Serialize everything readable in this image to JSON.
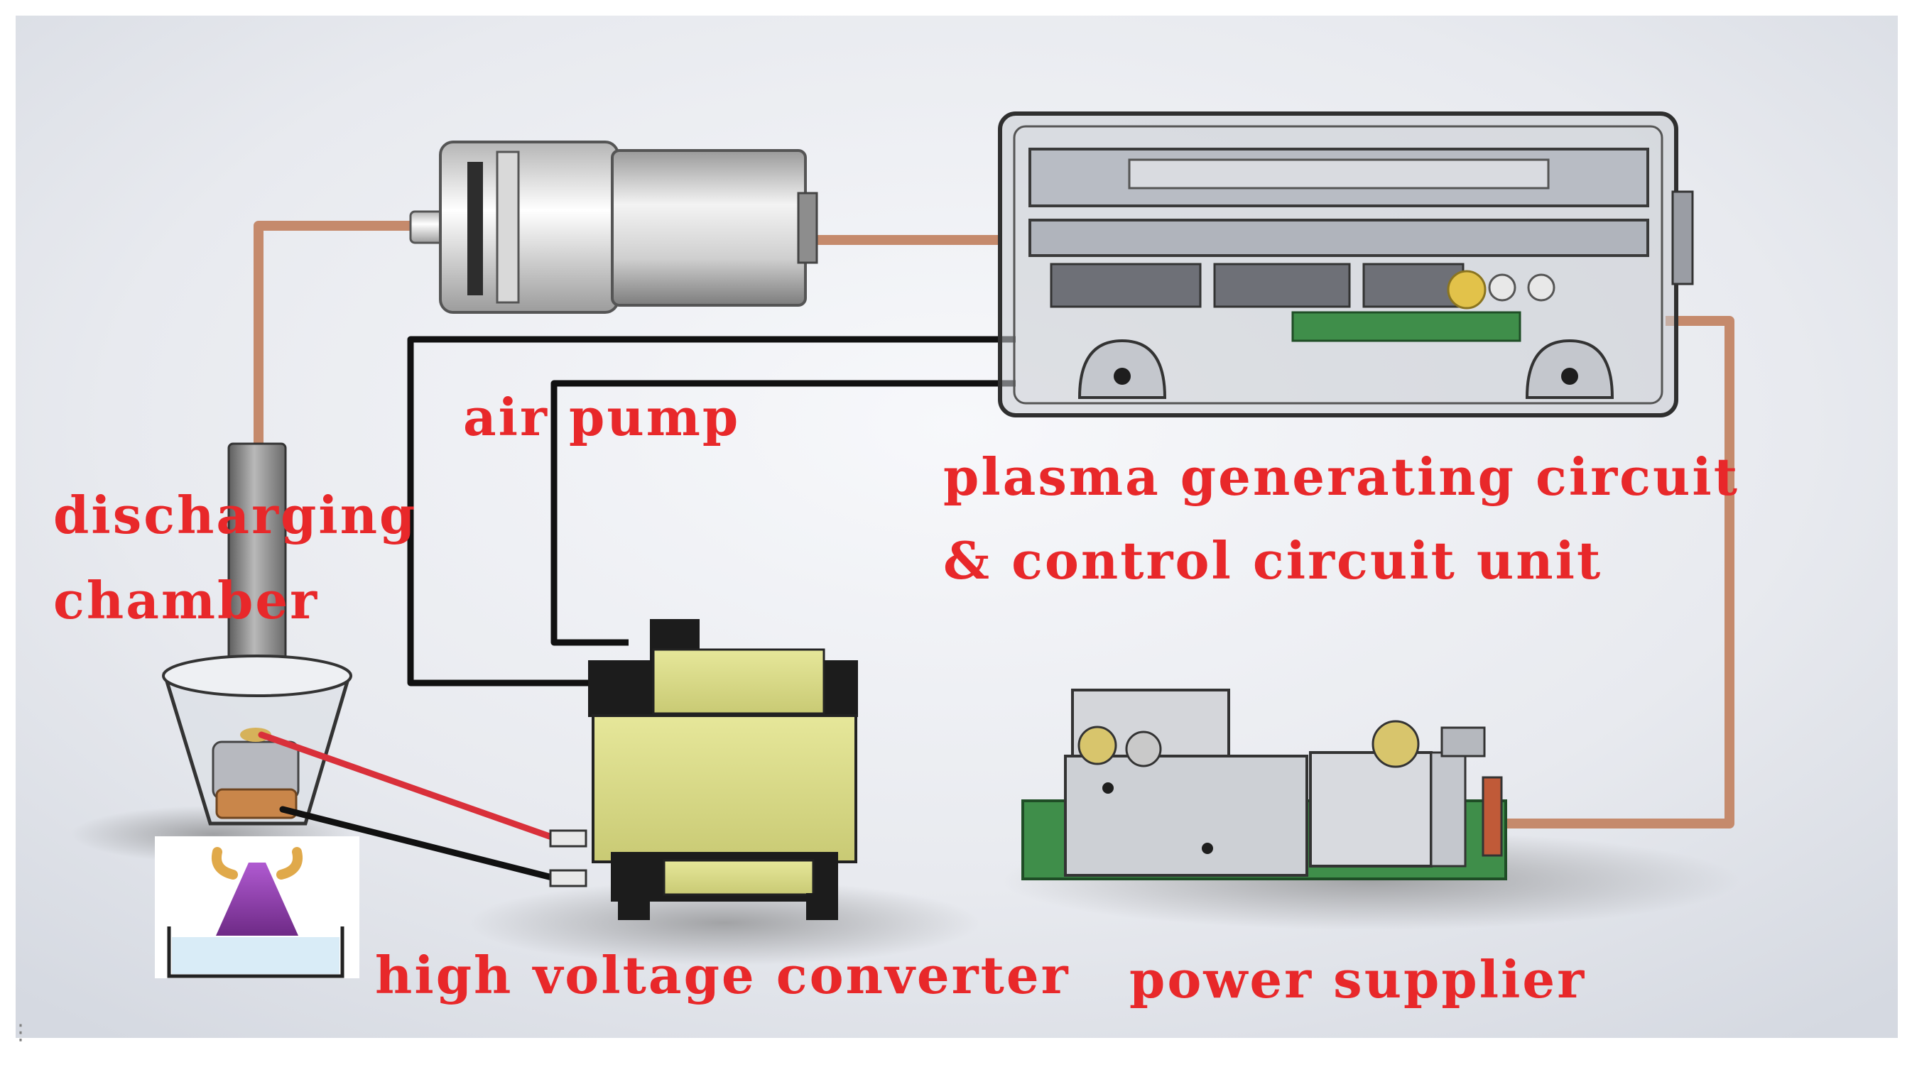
{
  "labels": {
    "air_pump": "air pump",
    "plasma_line1": "plasma generating circuit",
    "plasma_line2": "& control circuit unit",
    "discharging_line1": "discharging",
    "discharging_line2": "chamber",
    "high_voltage_converter": "high voltage converter",
    "power_supplier": "power supplier"
  },
  "colors": {
    "label_text": "#e8282a",
    "air_tube": "#c58a6c",
    "signal_wire": "#111111",
    "hv_wire": "#d9303a",
    "transformer_yellow": "#d8d98a",
    "pcb_green": "#3f8e4a",
    "plasma_purple": "#8a3a9c"
  },
  "icons": {
    "menu": "vertical-dots-icon"
  }
}
